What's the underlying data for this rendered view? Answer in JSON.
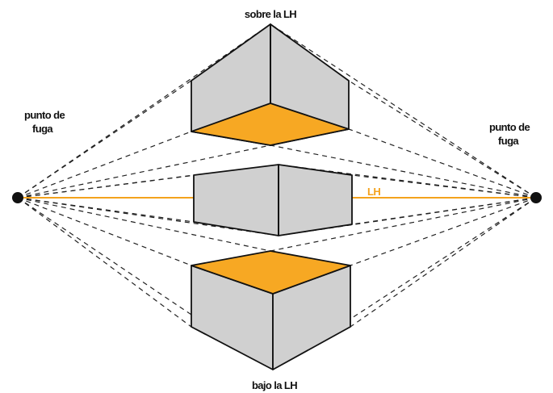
{
  "labels": {
    "top": "sobre la LH",
    "bottom": "bajo la LH",
    "horizon": "LH",
    "left_vp": [
      "punto de",
      "fuga"
    ],
    "right_vp": [
      "punto de",
      "fuga"
    ]
  },
  "colors": {
    "horizon": "#f4a21d",
    "cap_fill": "#f7a823",
    "box_fill": "#d0d0d0",
    "line": "#111111",
    "vanishing_point": "#111111"
  }
}
